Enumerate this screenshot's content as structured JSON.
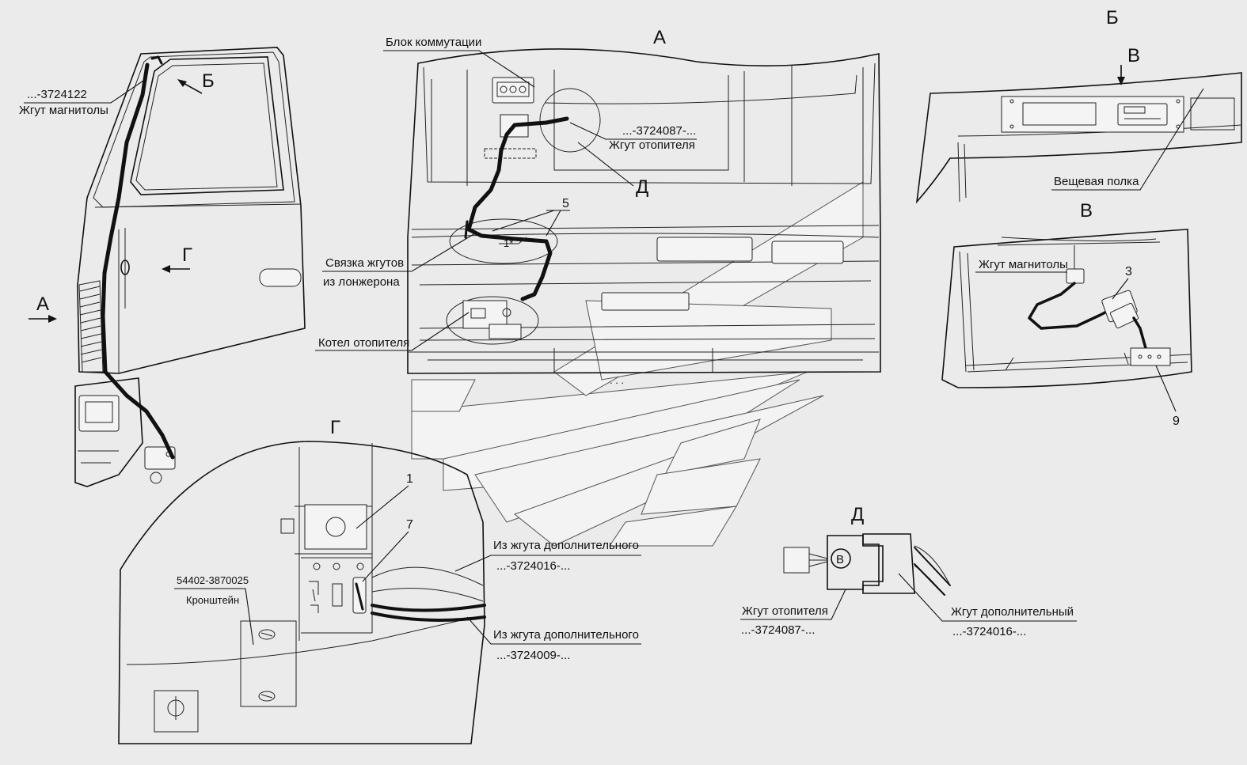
{
  "view_letters": {
    "a_top": "А",
    "b_top": "Б",
    "v_top": "В",
    "v_mid": "В",
    "g_mid": "Г",
    "d_mid": "Д",
    "a_left": "А",
    "b_left": "Б",
    "g_left": "Г",
    "d_leader": "Д"
  },
  "labels": {
    "radio_harness_code": "...-3724122",
    "radio_harness": "Жгут магнитолы",
    "switch_block": "Блок коммутации",
    "heater_harness_code_a": "...-3724087-...",
    "heater_harness_a": "Жгут отопителя",
    "harness_bundle_1": "Связка жгутов",
    "harness_bundle_2": "из лонжерона",
    "heater_boiler": "Котел отопителя",
    "storage_shelf": "Вещевая полка",
    "radio_harness_v": "Жгут магнитолы",
    "from_extra_harness_1": "Из жгута дополнительного",
    "extra_code_1": "...-3724016-...",
    "from_extra_harness_2": "Из жгута дополнительного",
    "extra_code_2": "...-3724009-...",
    "bracket_code": "54402-3870025",
    "bracket": "Кронштейн",
    "heater_harness_d": "Жгут отопителя",
    "heater_code_d": "...-3724087-...",
    "extra_harness_d": "Жгут дополнительный",
    "extra_code_d": "...-3724016-...",
    "connector_mark": "В"
  },
  "callouts": {
    "n5": "5",
    "n1star": "1*",
    "n3": "3",
    "n9": "9",
    "n1": "1",
    "n7": "7"
  },
  "misc": {
    "dots": ". . ."
  }
}
